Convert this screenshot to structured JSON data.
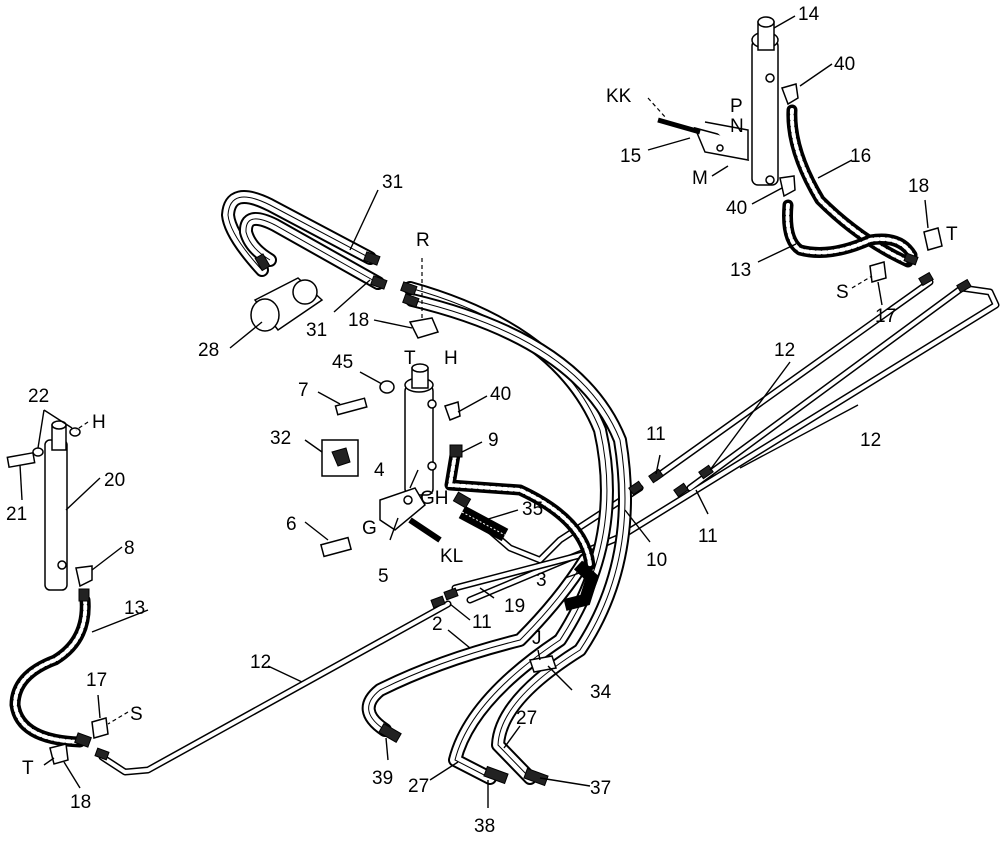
{
  "labels": {
    "l14": "14",
    "l40a": "40",
    "lKK": "KK",
    "lP": "P",
    "lN": "N",
    "l15": "15",
    "lM": "M",
    "l16": "16",
    "l40b": "40",
    "l18a": "18",
    "lTa": "T",
    "l13a": "13",
    "lSa": "S",
    "l17a": "17",
    "l31a": "31",
    "l31b": "31",
    "lR": "R",
    "l28": "28",
    "l18b": "18",
    "lTb": "T",
    "lHa": "H",
    "l45": "45",
    "l7": "7",
    "l40c": "40",
    "l32": "32",
    "l9": "9",
    "l4": "4",
    "lGH": "GH",
    "l35": "35",
    "l6": "6",
    "lG": "G",
    "lKL": "KL",
    "l5": "5",
    "l12a": "12",
    "l12b": "12",
    "l11a": "11",
    "l11b": "11",
    "l10": "10",
    "l22": "22",
    "lHb": "H",
    "l20": "20",
    "l21": "21",
    "l8": "8",
    "l13b": "13",
    "l3": "3",
    "l19": "19",
    "l11c": "11",
    "l2": "2",
    "lJ": "J",
    "l34": "34",
    "l12c": "12",
    "l17b": "17",
    "lSb": "S",
    "lTc": "T",
    "l18c": "18",
    "l39": "39",
    "l27a": "27",
    "l27b": "27",
    "l37": "37",
    "l38": "38"
  }
}
